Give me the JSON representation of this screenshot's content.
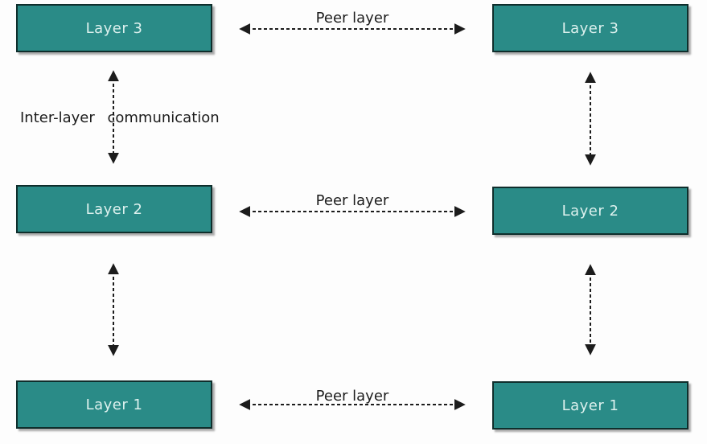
{
  "diagram": {
    "rows": [
      {
        "left_label": "Layer 3",
        "right_label": "Layer 3",
        "peer_label": "Peer layer"
      },
      {
        "left_label": "Layer 2",
        "right_label": "Layer 2",
        "peer_label": "Peer layer"
      },
      {
        "left_label": "Layer 1",
        "right_label": "Layer 1",
        "peer_label": "Peer layer"
      }
    ],
    "inter_layer_label": "Inter-layer communication",
    "colors": {
      "box_fill": "#2a8b87",
      "box_border": "#0f2e2c",
      "box_text": "#ddf1ee",
      "arrow": "#1c1c1c",
      "label_text": "#1c1c1c",
      "background": "#fdfdfd"
    }
  }
}
